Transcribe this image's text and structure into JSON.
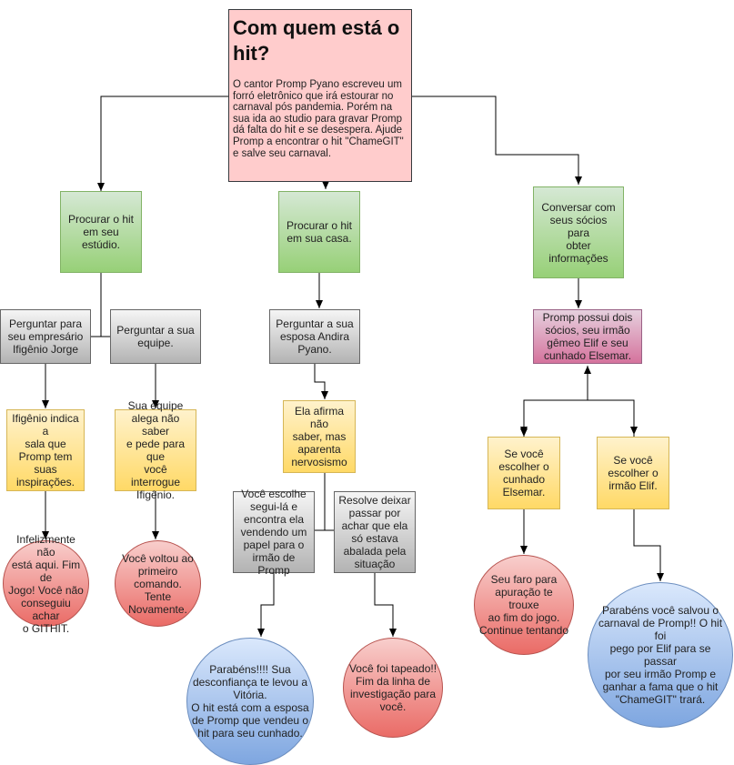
{
  "diagram": {
    "title": "Com quem está o hit?",
    "intro": "O cantor Promp Pyano escreveu um forró eletrônico que irá estourar no carnaval pós pandemia. Porém na sua ida ao studio para gravar Promp dá falta do hit e se desespera. Ajude Promp a encontrar o hit \"ChameGIT\" e salve seu carnaval.",
    "nodes": {
      "studio": "Procurar o hit\nem seu estúdio.",
      "home": "Procurar o hit\nem sua casa.",
      "partners": "Conversar com\nseus sócios para\nobter informações",
      "ask_manager": "Perguntar para\nseu empresário\nIfigênio Jorge",
      "ask_team": "Perguntar a sua\nequipe.",
      "ask_wife": "Perguntar a sua\nesposa Andira\nPyano.",
      "two_partners": "Promp possui dois\nsócios, seu irmão\ngêmeo Elif e seu\ncunhado Elsemar.",
      "ifigenio_room": "Ifigênio indica a\nsala que\nPromp tem\nsuas\ninspirações.",
      "team_excuse": "Sua equipe\nalega não saber\ne pede para que\nvocê interrogue\nIfigênio.",
      "wife_denies": "Ela afirma não\nsaber, mas\naparenta\nnervosismo",
      "choose_elsemar": "Se você\nescolher o\ncunhado\nElsemar.",
      "choose_elif": "Se você\nescolher o\nirmão Elif.",
      "follow_wife": "Você escolhe\nsegui-lá e\nencontra ela\nvendendo um\npapel para o\nirmão de Promp",
      "leave_it": "Resolve deixar\npassar por\nachar que ela\nsó estava\nabalada pela\nsituação",
      "end_not_here": "Infelizmente não\nestá aqui. Fim de\nJogo! Você não\nconseguiu achar\no GITHIT.",
      "end_back_start": "Você voltou ao\nprimeiro\ncomando. Tente\nNovamente.",
      "end_victory_wife": "Parabéns!!!! Sua\ndesconfiança te levou a\nVitória.\nO hit está com a esposa\nde Promp que vendeu o\nhit para seu cunhado.",
      "end_fooled": "Você foi tapeado!!\nFim da linha de\ninvestigação para\nvocê.",
      "end_wrong_guess": "Seu faro para\napuração te trouxe\nao fim do jogo.\nContinue tentando",
      "end_victory_elif": "Parabéns você salvou o\ncarnaval de Promp!! O hit foi\npego por Elif para se passar\npor seu irmão Promp e\nganhar a fama que o hit\n\"ChameGIT\" trará."
    }
  }
}
